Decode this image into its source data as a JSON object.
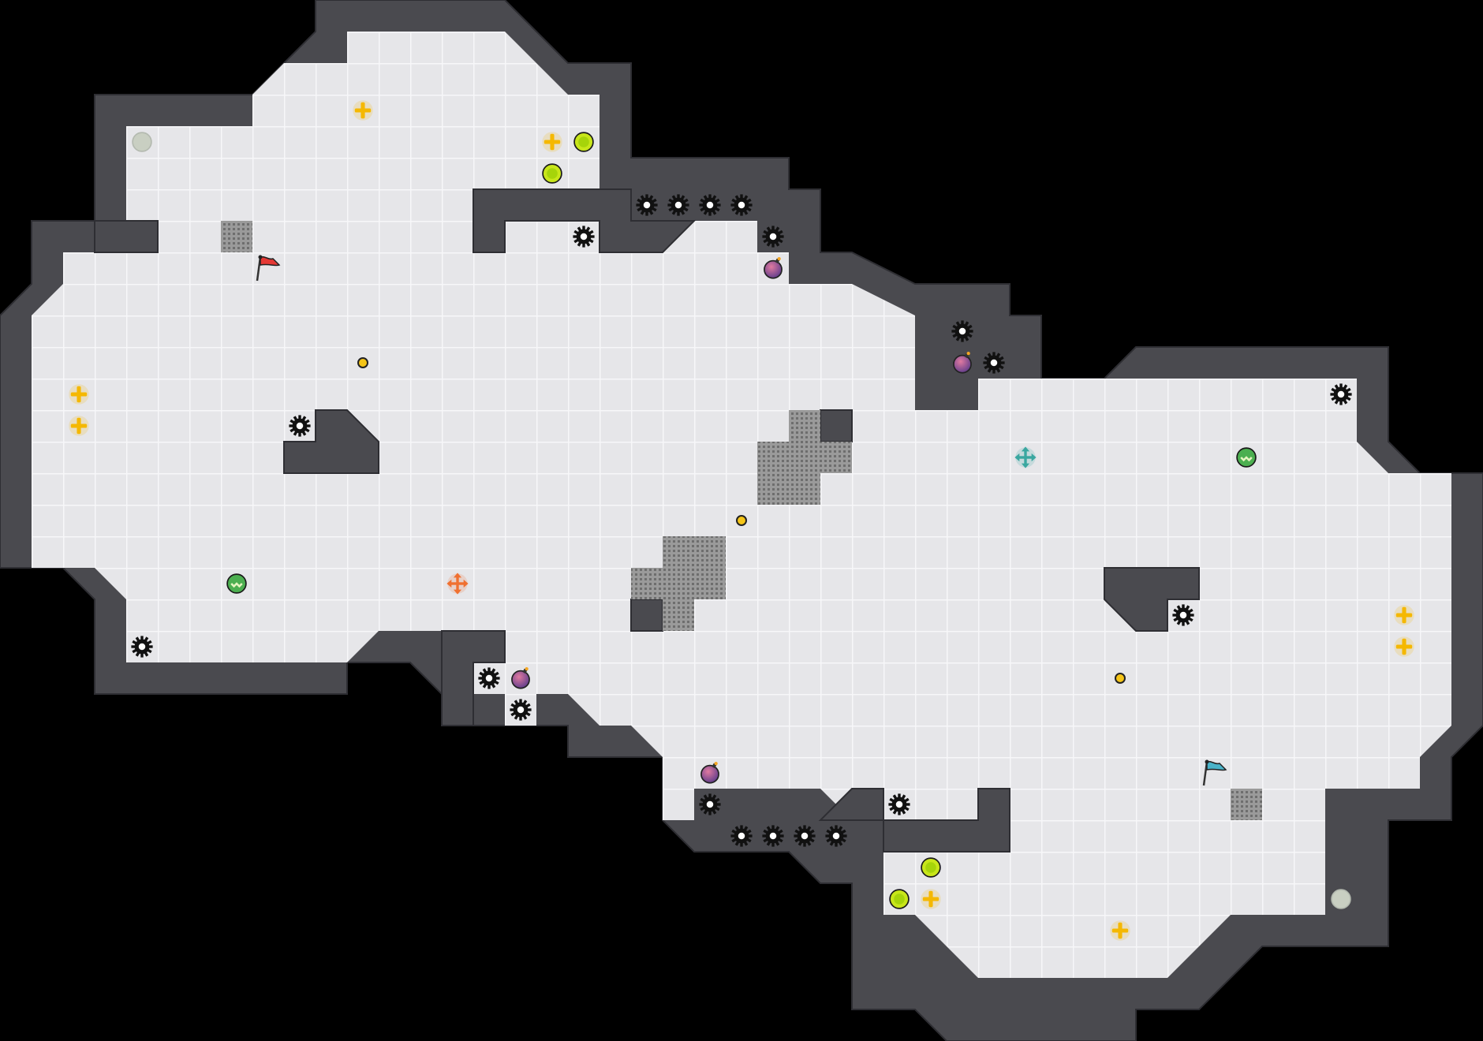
{
  "game": {
    "theme": {
      "void": "#000000",
      "wall": "#4a4a4f",
      "wall_edge": "#2e2e33",
      "floor": "#e6e6e9",
      "grid": "#f7f7f9",
      "grate": "#8e8e8e",
      "blocker": "#4a4a4f"
    },
    "floor_rects": [
      [
        36,
        40,
        80,
        160
      ],
      [
        12,
        160,
        36,
        80
      ],
      [
        2,
        320,
        8,
        40
      ],
      [
        1,
        360,
        7,
        40
      ],
      [
        1,
        400,
        4,
        40
      ],
      [
        4,
        520,
        24,
        40
      ],
      [
        3,
        640,
        39,
        40
      ],
      [
        3,
        800,
        13,
        40
      ],
      [
        3,
        800,
        17,
        240
      ],
      [
        6,
        880,
        2,
        240
      ],
      [
        6,
        840,
        3,
        240
      ],
      [
        8,
        440,
        2,
        240
      ],
      [
        2,
        560,
        2,
        240
      ],
      [
        4,
        1600,
        16,
        240
      ],
      [
        1,
        1120,
        9,
        40
      ],
      [
        5,
        920,
        8,
        40
      ],
      [
        1,
        1600,
        4,
        40
      ],
      [
        8,
        1480,
        3,
        280
      ],
      [
        9,
        1480,
        7,
        240
      ],
      [
        11,
        1720,
        3,
        240
      ],
      [
        15,
        1640,
        9,
        280
      ]
    ],
    "floor_polys": [],
    "walls": [],
    "entities": [
      {
        "type": "gear",
        "icon": "gear-icon",
        "c": 20,
        "r": 6
      },
      {
        "type": "gear",
        "icon": "gear-icon",
        "c": 21,
        "r": 6
      },
      {
        "type": "gear",
        "icon": "gear-icon",
        "c": 22,
        "r": 6
      },
      {
        "type": "gear",
        "icon": "gear-icon",
        "c": 23,
        "r": 6
      },
      {
        "type": "gear",
        "icon": "gear-icon",
        "c": 18,
        "r": 7
      },
      {
        "type": "gear",
        "icon": "gear-icon",
        "c": 24,
        "r": 7
      },
      {
        "type": "gear",
        "icon": "gear-icon",
        "c": 30,
        "r": 10
      },
      {
        "type": "gear",
        "icon": "gear-icon",
        "c": 31,
        "r": 11
      },
      {
        "type": "gear",
        "icon": "gear-icon",
        "c": 42,
        "r": 12
      },
      {
        "type": "gear",
        "icon": "gear-icon",
        "c": 9,
        "r": 13
      },
      {
        "type": "gear",
        "icon": "gear-icon",
        "c": 37,
        "r": 19
      },
      {
        "type": "gear",
        "icon": "gear-icon",
        "c": 4,
        "r": 20
      },
      {
        "type": "gear",
        "icon": "gear-icon",
        "c": 15,
        "r": 21
      },
      {
        "type": "gear",
        "icon": "gear-icon",
        "c": 16,
        "r": 22
      },
      {
        "type": "gear",
        "icon": "gear-icon",
        "c": 22,
        "r": 25
      },
      {
        "type": "gear",
        "icon": "gear-icon",
        "c": 28,
        "r": 25
      },
      {
        "type": "gear",
        "icon": "gear-icon",
        "c": 23,
        "r": 26
      },
      {
        "type": "gear",
        "icon": "gear-icon",
        "c": 24,
        "r": 26
      },
      {
        "type": "gear",
        "icon": "gear-icon",
        "c": 25,
        "r": 26
      },
      {
        "type": "gear",
        "icon": "gear-icon",
        "c": 26,
        "r": 26
      },
      {
        "type": "bomb",
        "icon": "bomb-icon",
        "c": 24,
        "r": 8
      },
      {
        "type": "bomb",
        "icon": "bomb-icon",
        "c": 30,
        "r": 11
      },
      {
        "type": "bomb",
        "icon": "bomb-icon",
        "c": 16,
        "r": 21
      },
      {
        "type": "bomb",
        "icon": "bomb-icon",
        "c": 22,
        "r": 24
      },
      {
        "type": "lime",
        "icon": "lime-orb-icon",
        "c": 18,
        "r": 4
      },
      {
        "type": "lime",
        "icon": "lime-orb-icon",
        "c": 17,
        "r": 5
      },
      {
        "type": "lime",
        "icon": "lime-orb-icon",
        "c": 29,
        "r": 27
      },
      {
        "type": "lime",
        "icon": "lime-orb-icon",
        "c": 28,
        "r": 28
      },
      {
        "type": "ghost",
        "icon": "ghost-orb-icon",
        "c": 4,
        "r": 4
      },
      {
        "type": "ghost",
        "icon": "ghost-orb-icon",
        "c": 42,
        "r": 28
      },
      {
        "type": "plus_y",
        "icon": "yellow-plus-icon",
        "c": 11,
        "r": 3
      },
      {
        "type": "plus_y",
        "icon": "yellow-plus-icon",
        "c": 17,
        "r": 4
      },
      {
        "type": "plus_y",
        "icon": "yellow-plus-icon",
        "c": 2,
        "r": 12
      },
      {
        "type": "plus_y",
        "icon": "yellow-plus-icon",
        "c": 2,
        "r": 13
      },
      {
        "type": "plus_y",
        "icon": "yellow-plus-icon",
        "c": 44,
        "r": 19
      },
      {
        "type": "plus_y",
        "icon": "yellow-plus-icon",
        "c": 44,
        "r": 20
      },
      {
        "type": "plus_y",
        "icon": "yellow-plus-icon",
        "c": 29,
        "r": 28
      },
      {
        "type": "plus_y",
        "icon": "yellow-plus-icon",
        "c": 35,
        "r": 29
      },
      {
        "type": "move_orange",
        "icon": "orange-move-icon",
        "c": 14,
        "r": 18
      },
      {
        "type": "move_teal",
        "icon": "teal-move-icon",
        "c": 32,
        "r": 14
      },
      {
        "type": "coin",
        "icon": "coin-icon",
        "c": 11,
        "r": 11
      },
      {
        "type": "coin",
        "icon": "coin-icon",
        "c": 23,
        "r": 16
      },
      {
        "type": "coin",
        "icon": "coin-icon",
        "c": 35,
        "r": 21
      },
      {
        "type": "green",
        "icon": "green-orb-icon",
        "c": 7,
        "r": 18
      },
      {
        "type": "green",
        "icon": "green-orb-icon",
        "c": 39,
        "r": 14
      },
      {
        "type": "flag_red",
        "icon": "red-flag-icon",
        "c": 8,
        "r": 8
      },
      {
        "type": "flag_blue",
        "icon": "blue-flag-icon",
        "c": 38,
        "r": 24
      }
    ]
  }
}
